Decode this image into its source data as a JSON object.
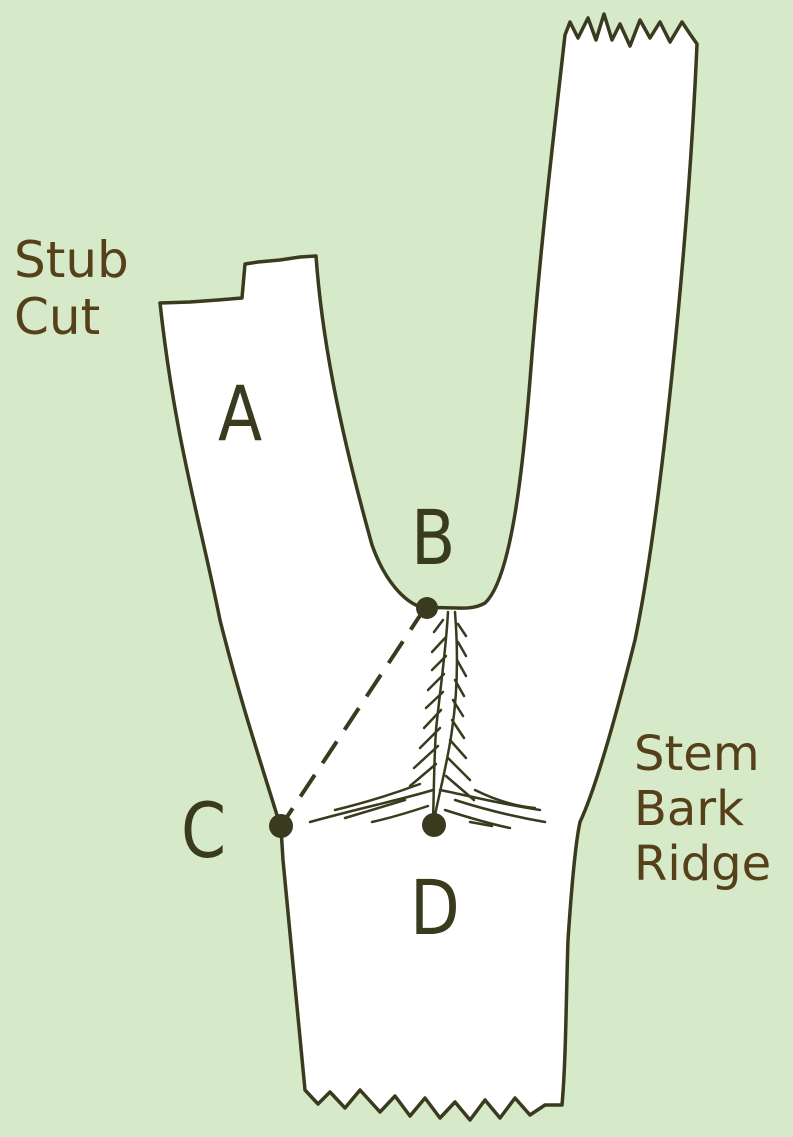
{
  "labels": {
    "stub_cut": "Stub\nCut",
    "stem_bark_ridge": "Stem\nBark\nRidge"
  },
  "points": {
    "a": "A",
    "b": "B",
    "c": "C",
    "d": "D"
  },
  "colors": {
    "background": "#d6e9c8",
    "outline": "#3a3a1e",
    "trunk_fill": "#ffffff",
    "label_text": "#55401a"
  }
}
